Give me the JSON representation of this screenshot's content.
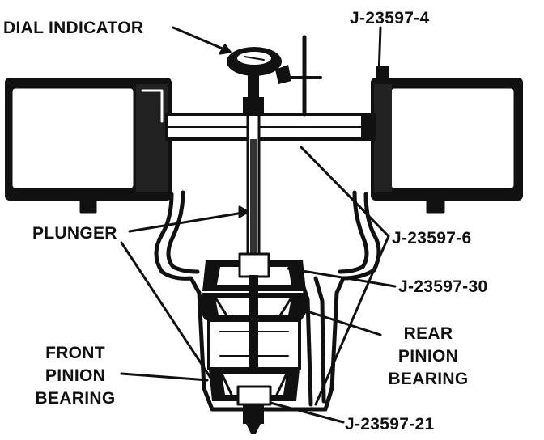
{
  "labels": {
    "dial_indicator": "DIAL INDICATOR",
    "tool_4": "J-23597-4",
    "plunger": "PLUNGER",
    "tool_6": "J-23597-6",
    "tool_30": "J-23597-30",
    "rear_pinion_bearing": [
      "REAR",
      "PINION",
      "BEARING"
    ],
    "front_pinion_bearing": [
      "FRONT",
      "PINION",
      "BEARING"
    ],
    "tool_21": "J-23597-21"
  },
  "colors": {
    "ink": "#111111",
    "paper": "#ffffff"
  }
}
